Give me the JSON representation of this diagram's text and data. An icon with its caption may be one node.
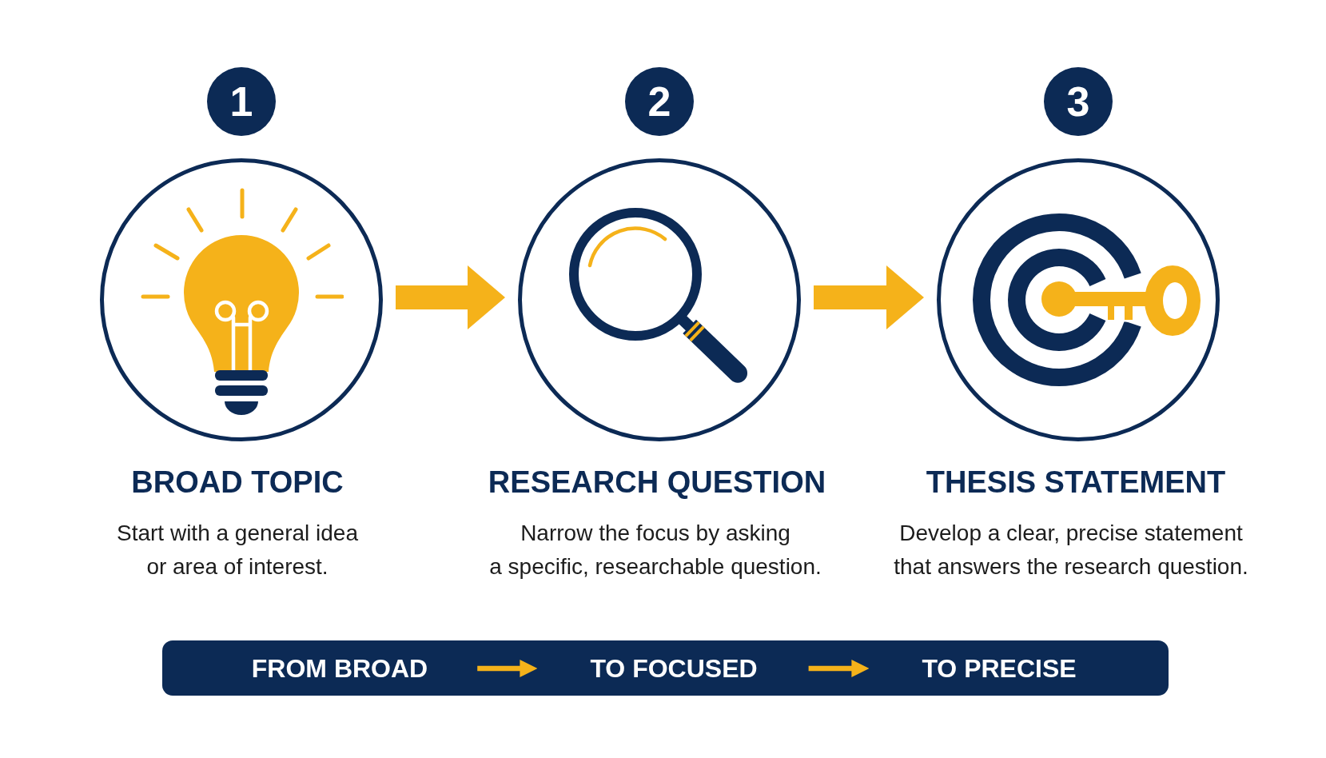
{
  "diagram": {
    "nodes": [
      {
        "text": [
          "1"
        ]
      },
      {
        "text": [],
        "shape": "circle",
        "beside": [
          "BROAD TOPIC",
          "Start with a general idea or area of interest."
        ]
      },
      {
        "text": [
          "2"
        ]
      },
      {
        "text": [],
        "shape": "circle",
        "beside": [
          "RESEARCH QUESTION",
          "Narrow the focus by asking a specific, researchable question."
        ]
      },
      {
        "text": [
          "3"
        ]
      },
      {
        "text": [],
        "shape": "circle",
        "beside": [
          "THESIS STATEMENT",
          "Develop a clear, precise statement that answers the research question."
        ]
      },
      {
        "text": [],
        "shape": "bar"
      },
      {
        "text": [
          "FROM BROAD"
        ],
        "in": 6
      },
      {
        "text": [
          "TO FOCUSED"
        ],
        "in": 6
      },
      {
        "text": [
          "TO PRECISE"
        ],
        "in": 6
      }
    ],
    "edges": [
      {
        "from": 1,
        "to": 3,
        "arrow": "to",
        "style": "thick"
      },
      {
        "from": 3,
        "to": 5,
        "arrow": "to",
        "style": "thick"
      },
      {
        "from": 7,
        "to": 8,
        "arrow": "to"
      },
      {
        "from": 8,
        "to": 9,
        "arrow": "to"
      }
    ]
  }
}
